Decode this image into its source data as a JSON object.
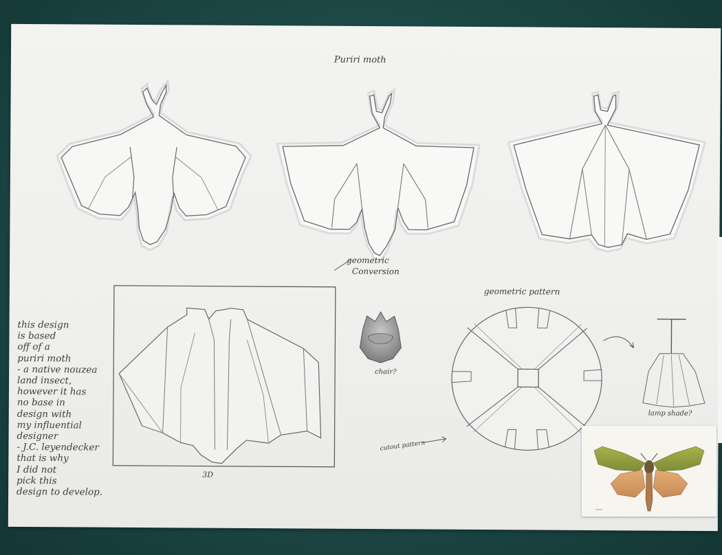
{
  "sheet": {
    "title": "Puriri moth",
    "caption_geometric_conversion_1": "geometric",
    "caption_geometric_conversion_2": "Conversion",
    "caption_geometric_pattern": "geometric pattern",
    "caption_3d": "3D",
    "caption_chair": "chair?",
    "caption_lamp_shade": "lamp shade?",
    "caption_cutout": "cutout pattern",
    "notes": [
      "this design",
      "is based",
      "off of a",
      "puriri moth",
      "- a native nouzea",
      "land insect,",
      "however it has",
      "no base in",
      "design with",
      "my influential",
      "designer",
      "  - J.C. leyendecker",
      "that is why",
      "I did not",
      "pick this",
      "design to develop."
    ]
  },
  "colors": {
    "background": "#1d4a49",
    "paper": "#f0f0ee",
    "pencil": "#5a5a5a",
    "moth_wing_green": "#9aa548",
    "moth_wing_orange": "#d9a06a"
  },
  "icons": {
    "moth_cutout_organic": "moth-cutout-icon",
    "moth_cutout_geometric": "geometric-moth-icon",
    "moth_cutout_folded": "folded-moth-icon",
    "chair": "chair-sketch-icon",
    "lamp": "lamp-sketch-icon",
    "arrow": "arrow-icon"
  }
}
